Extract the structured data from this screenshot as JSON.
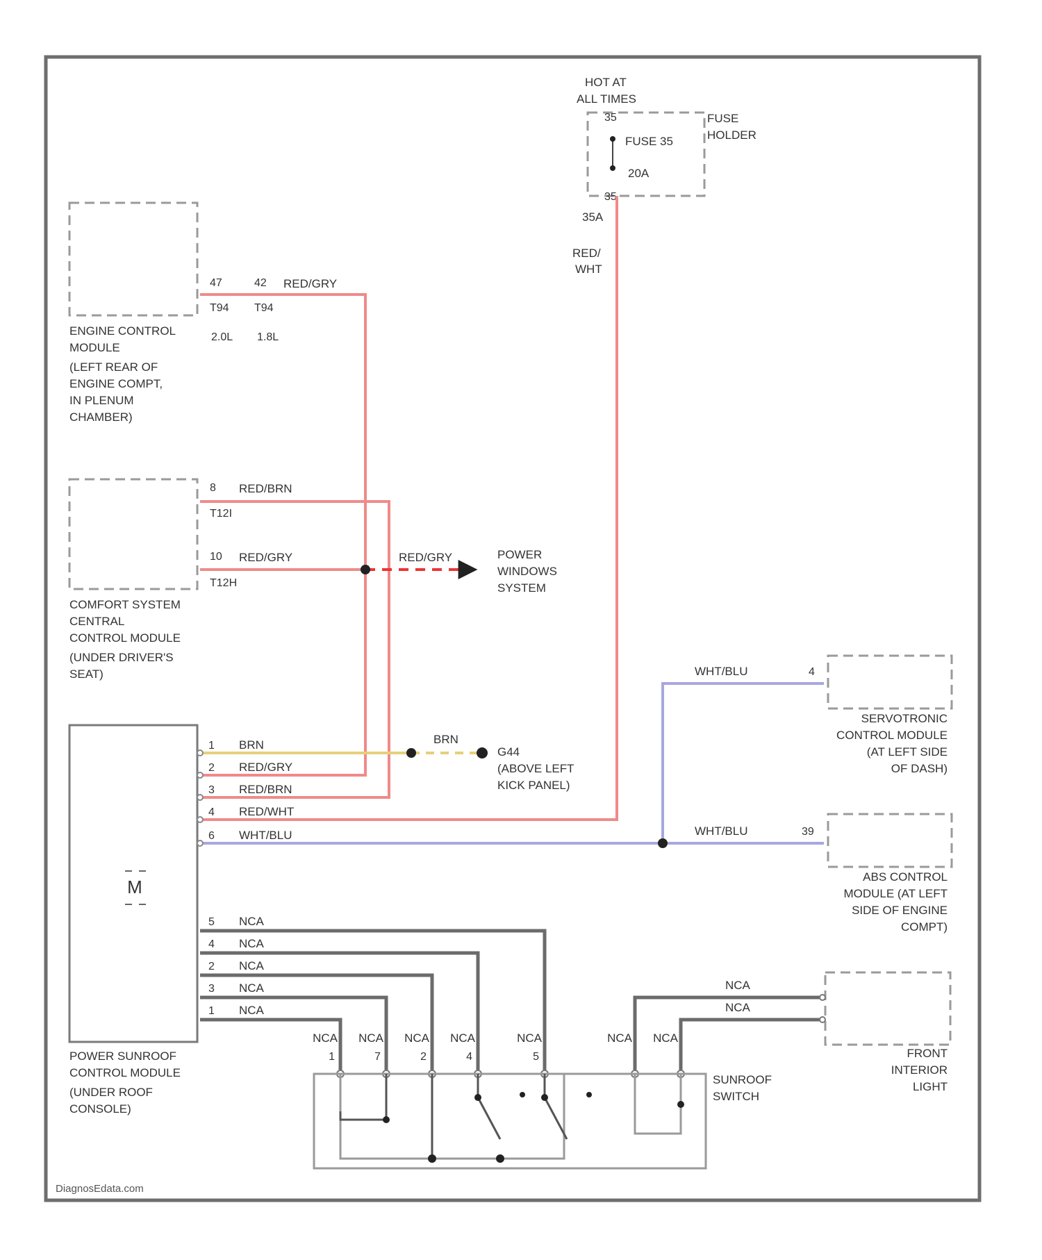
{
  "colors": {
    "frame": "#6e6e6e",
    "wire_red": "#f08a8a",
    "wire_blue": "#a7a7e0",
    "wire_yellow": "#e6cf7a",
    "wire_gray": "#6b6b6b",
    "dashed_box": "#9a9a9a"
  },
  "fuse": {
    "hot": [
      "HOT AT",
      "ALL TIMES"
    ],
    "name": "FUSE 35",
    "rating": "20A",
    "holder": [
      "FUSE",
      "HOLDER"
    ],
    "pin_top": "35",
    "pin_bottom": "35",
    "out_terminal": "35A",
    "wire_color": [
      "RED/",
      "WHT"
    ]
  },
  "ecm": {
    "title": [
      "ENGINE CONTROL",
      "MODULE"
    ],
    "location": [
      "(LEFT REAR OF",
      "ENGINE COMPT,",
      "IN PLENUM",
      "CHAMBER)"
    ],
    "pin_a": "47",
    "pin_b": "42",
    "conn_a": "T94",
    "conn_b": "T94",
    "engine_a": "2.0L",
    "engine_b": "1.8L",
    "wire": "RED/GRY"
  },
  "comfort": {
    "title": [
      "COMFORT SYSTEM",
      "CENTRAL",
      "CONTROL MODULE"
    ],
    "location": [
      "(UNDER DRIVER'S",
      "SEAT)"
    ],
    "pin_a": "8",
    "wire_a": "RED/BRN",
    "conn_a": "T12I",
    "pin_b": "10",
    "wire_b": "RED/GRY",
    "conn_b": "T12H"
  },
  "power_windows": {
    "wire": "RED/GRY",
    "label": [
      "POWER",
      "WINDOWS",
      "SYSTEM"
    ]
  },
  "ground": {
    "wire": "BRN",
    "label": [
      "G44",
      "(ABOVE LEFT",
      "KICK PANEL)"
    ]
  },
  "servotronic": {
    "pin": "4",
    "wire": "WHT/BLU",
    "label": [
      "SERVOTRONIC",
      "CONTROL MODULE",
      "(AT LEFT SIDE",
      "OF DASH)"
    ]
  },
  "abs": {
    "pin": "39",
    "wire": "WHT/BLU",
    "label": [
      "ABS CONTROL",
      "MODULE (AT LEFT",
      "SIDE OF ENGINE",
      "COMPT)"
    ]
  },
  "sunroof_module": {
    "motor": "M",
    "title": [
      "POWER SUNROOF",
      "CONTROL MODULE"
    ],
    "location": [
      "(UNDER ROOF",
      "CONSOLE)"
    ],
    "upper_pins": [
      {
        "pin": "1",
        "wire": "BRN"
      },
      {
        "pin": "2",
        "wire": "RED/GRY"
      },
      {
        "pin": "3",
        "wire": "RED/BRN"
      },
      {
        "pin": "4",
        "wire": "RED/WHT"
      },
      {
        "pin": "6",
        "wire": "WHT/BLU"
      }
    ],
    "lower_pins": [
      {
        "pin": "5",
        "wire": "NCA"
      },
      {
        "pin": "4",
        "wire": "NCA"
      },
      {
        "pin": "2",
        "wire": "NCA"
      },
      {
        "pin": "3",
        "wire": "NCA"
      },
      {
        "pin": "1",
        "wire": "NCA"
      }
    ]
  },
  "sunroof_switch": {
    "label": [
      "SUNROOF",
      "SWITCH"
    ],
    "terminals": [
      {
        "wire": "NCA",
        "pin": "1"
      },
      {
        "wire": "NCA",
        "pin": "7"
      },
      {
        "wire": "NCA",
        "pin": "2"
      },
      {
        "wire": "NCA",
        "pin": "4"
      },
      {
        "wire": "NCA",
        "pin": "5"
      },
      {
        "wire": "NCA",
        "pin": ""
      },
      {
        "wire": "NCA",
        "pin": ""
      }
    ]
  },
  "interior_light": {
    "wire_top": "NCA",
    "wire_bottom": "NCA",
    "label": [
      "FRONT",
      "INTERIOR",
      "LIGHT"
    ]
  },
  "watermark": "DiagnosEdata.com"
}
